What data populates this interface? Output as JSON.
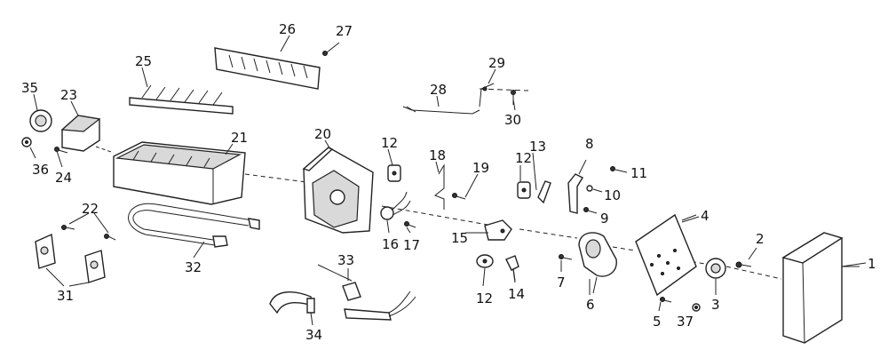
{
  "parts": [
    {
      "id": "1",
      "label": "1"
    },
    {
      "id": "2",
      "label": "2"
    },
    {
      "id": "3",
      "label": "3"
    },
    {
      "id": "4",
      "label": "4"
    },
    {
      "id": "5",
      "label": "5"
    },
    {
      "id": "6",
      "label": "6"
    },
    {
      "id": "7",
      "label": "7"
    },
    {
      "id": "8",
      "label": "8"
    },
    {
      "id": "9",
      "label": "9"
    },
    {
      "id": "10",
      "label": "10"
    },
    {
      "id": "11",
      "label": "11"
    },
    {
      "id": "12a",
      "label": "12"
    },
    {
      "id": "12b",
      "label": "12"
    },
    {
      "id": "12c",
      "label": "12"
    },
    {
      "id": "13",
      "label": "13"
    },
    {
      "id": "14",
      "label": "14"
    },
    {
      "id": "15",
      "label": "15"
    },
    {
      "id": "16",
      "label": "16"
    },
    {
      "id": "17",
      "label": "17"
    },
    {
      "id": "18",
      "label": "18"
    },
    {
      "id": "19",
      "label": "19"
    },
    {
      "id": "20",
      "label": "20"
    },
    {
      "id": "21",
      "label": "21"
    },
    {
      "id": "22",
      "label": "22"
    },
    {
      "id": "23",
      "label": "23"
    },
    {
      "id": "24",
      "label": "24"
    },
    {
      "id": "25",
      "label": "25"
    },
    {
      "id": "26",
      "label": "26"
    },
    {
      "id": "27",
      "label": "27"
    },
    {
      "id": "28",
      "label": "28"
    },
    {
      "id": "29",
      "label": "29"
    },
    {
      "id": "30",
      "label": "30"
    },
    {
      "id": "31",
      "label": "31"
    },
    {
      "id": "32",
      "label": "32"
    },
    {
      "id": "33",
      "label": "33"
    },
    {
      "id": "34",
      "label": "34"
    },
    {
      "id": "35",
      "label": "35"
    },
    {
      "id": "36",
      "label": "36"
    },
    {
      "id": "37",
      "label": "37"
    }
  ]
}
